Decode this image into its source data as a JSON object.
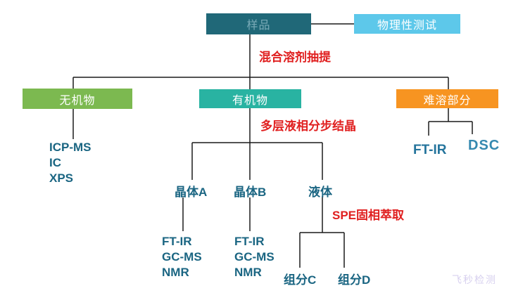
{
  "nodes": {
    "sample": "样品",
    "physical_test": "物理性测试",
    "inorganic": "无机物",
    "organic": "有机物",
    "insoluble": "难溶部分",
    "crystal_a": "晶体A",
    "crystal_b": "晶体B",
    "liquid": "液体",
    "component_c": "组分C",
    "component_d": "组分D"
  },
  "process_labels": {
    "extraction": "混合溶剂抽提",
    "crystallization": "多层液相分步结晶",
    "spe": "SPE固相萃取"
  },
  "analysis": {
    "inorganic_methods": [
      "ICP-MS",
      "IC",
      "XPS"
    ],
    "crystal_a_methods": [
      "FT-IR",
      "GC-MS",
      "NMR"
    ],
    "crystal_b_methods": [
      "FT-IR",
      "GC-MS",
      "NMR"
    ],
    "insoluble_ftir": "FT-IR",
    "insoluble_dsc": "DSC"
  },
  "watermark": "飞秒检测",
  "colors": {
    "sample_box": "#206878",
    "physical_box": "#5dc8ea",
    "inorganic_box": "#7cb950",
    "organic_box": "#29b3a2",
    "insoluble_box": "#f79421",
    "process_text": "#e01f1f",
    "method_text": "#1a6582",
    "connector": "#1a1a1a",
    "watermark_text": "#d7d0ef"
  }
}
